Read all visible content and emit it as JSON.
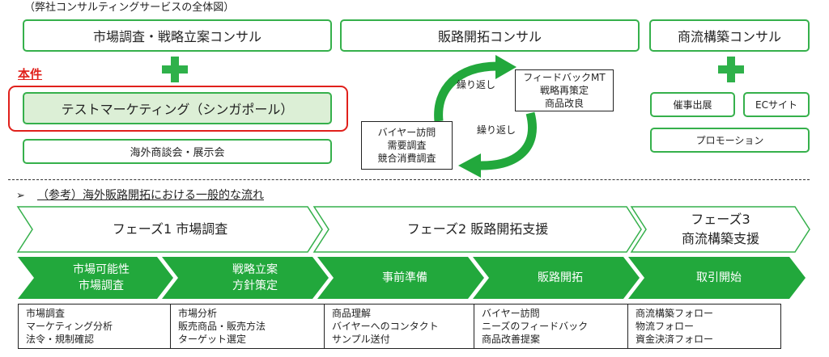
{
  "header": {
    "title": "（弊社コンサルティングサービスの全体図）"
  },
  "services": {
    "market_research": "市場調査・戦略立案コンサル",
    "sales_channel": "販路開拓コンサル",
    "commercial_flow": "商流構築コンサル"
  },
  "this_project": {
    "label": "本件",
    "test_marketing": "テストマーケティング（シンガポール）"
  },
  "trade_show": "海外商談会・展示会",
  "cycle": {
    "feedback": [
      "フィードバックMT",
      "戦略再策定",
      "商品改良"
    ],
    "buyer": [
      "バイヤー訪問",
      "需要調査",
      "競合消費調査"
    ],
    "repeat_top": "繰り返し",
    "repeat_bottom": "繰り返し"
  },
  "commerce": {
    "event": "催事出展",
    "ec": "ECサイト",
    "promotion": "プロモーション"
  },
  "reference": {
    "bullet": "➢",
    "title": "（参考）海外販路開拓における一般的な流れ"
  },
  "phases": [
    {
      "lines": [
        "フェーズ1 市場調査"
      ]
    },
    {
      "lines": [
        "フェーズ2 販路開拓支援"
      ]
    },
    {
      "lines": [
        "フェーズ3",
        "商流構築支援"
      ]
    }
  ],
  "steps": [
    {
      "lines": [
        "市場可能性",
        "市場調査"
      ]
    },
    {
      "lines": [
        "戦略立案",
        "方針策定"
      ]
    },
    {
      "lines": [
        "事前準備"
      ]
    },
    {
      "lines": [
        "販路開拓"
      ]
    },
    {
      "lines": [
        "取引開始"
      ]
    }
  ],
  "details": [
    [
      "市場調査",
      "マーケティング分析",
      "法令・規制確認"
    ],
    [
      "市場分析",
      "販売商品・販売方法",
      "ターゲット選定"
    ],
    [
      "商品理解",
      "バイヤーへのコンタクト",
      "サンプル送付"
    ],
    [
      "バイヤー訪問",
      "ニーズのフィードバック",
      "商品改善提案"
    ],
    [
      "商流構築フォロー",
      "物流フォロー",
      "資金決済フォロー"
    ]
  ],
  "colors": {
    "green": "#35b04b",
    "green_fill": "#22a83c",
    "light_green": "#dcefd6",
    "red": "#e0201b"
  }
}
